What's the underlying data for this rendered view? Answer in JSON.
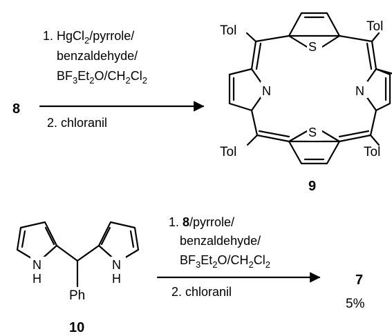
{
  "reaction1": {
    "reactant_label": "8",
    "conditions": {
      "line1": {
        "prefix": "1. HgCl",
        "sub": "2",
        "suffix": "/pyrrole/"
      },
      "line2": "benzaldehyde/",
      "line3": {
        "a": "BF",
        "a_sub": "3",
        "b": "Et",
        "b_sub": "2",
        "c": "O/CH",
        "c_sub": "2",
        "d": "Cl",
        "d_sub": "2"
      },
      "line4": "2.  chloranil"
    },
    "product_label": "9",
    "substituent": "Tol",
    "heteroatoms": {
      "thiophene": "S",
      "pyrrole": "N"
    }
  },
  "reaction2": {
    "reactant_label": "10",
    "reactant_groups": {
      "phenyl": "Ph",
      "nh_n": "N",
      "nh_h": "H"
    },
    "conditions": {
      "line1": {
        "number": "1. ",
        "bold": "8",
        "suffix": "/pyrrole/"
      },
      "line2": "benzaldehyde/",
      "line3": {
        "a": "BF",
        "a_sub": "3",
        "b": "Et",
        "b_sub": "2",
        "c": "O/CH",
        "c_sub": "2",
        "d": "Cl",
        "d_sub": "2"
      },
      "line4": "2.  chloranil"
    },
    "product_label": "7",
    "yield": "5%"
  }
}
